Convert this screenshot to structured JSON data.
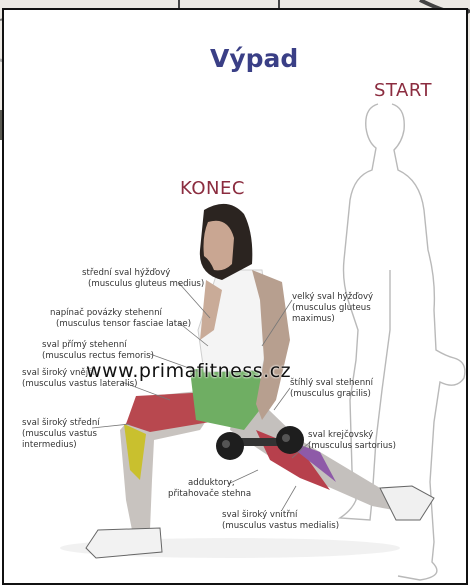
{
  "page_title": "Výpad",
  "start_label": "START",
  "end_label": "KONEC",
  "watermark": "www.primafitness.cz",
  "muscle_labels": [
    {
      "id": "gluteus-medius",
      "line1": "střední sval hýžďový",
      "line2": "(musculus gluteus medius)"
    },
    {
      "id": "tensor-fasciae-latae",
      "line1": "napínač povázky stehenní",
      "line2": "(musculus tensor fasciae latae)"
    },
    {
      "id": "rectus-femoris",
      "line1": "sval přímý stehenní",
      "line2": "(musculus rectus femoris)"
    },
    {
      "id": "vastus-lateralis",
      "line1": "sval široký vnější",
      "line2": "(musculus vastus lateralis)"
    },
    {
      "id": "vastus-intermedius",
      "line1": "sval široký střední",
      "line2": "(musculus vastus",
      "line3": "intermedius)"
    },
    {
      "id": "gluteus-maximus",
      "line1": "velký sval hýžďový",
      "line2": "(musculus gluteus",
      "line3": "maximus)"
    },
    {
      "id": "gracilis",
      "line1": "štíhlý sval stehenní",
      "line2": "(musculus gracilis)"
    },
    {
      "id": "sartorius",
      "line1": "sval krejčovský",
      "line2": "(musculus sartorius)"
    },
    {
      "id": "adductors",
      "line1": "adduktory,",
      "line2": "přitahovače stehna"
    },
    {
      "id": "vastus-medialis",
      "line1": "sval široký vnitřní",
      "line2": "(musculus vastus medialis)"
    }
  ]
}
